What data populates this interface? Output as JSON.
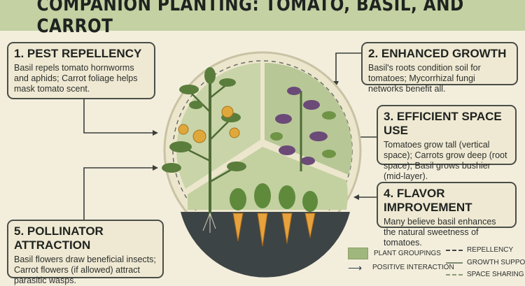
{
  "title": "COMPANION PLANTING: TOMATO, BASIL, AND CARROT",
  "boxes": [
    {
      "heading": "1. PEST REPELLENCY",
      "text": "Basil repels tomato hornworms and aphids; Carrot foliage helps mask tomato scent."
    },
    {
      "heading": "2. ENHANCED GROWTH",
      "text": "Basil's roots condition soil for tomatoes; Mycorrhizal fungi networks benefit all."
    },
    {
      "heading": "3. EFFICIENT SPACE USE",
      "text": "Tomatoes grow tall (vertical space); Carrots grow deep (root space); Basil grows bushier (mid-layer)."
    },
    {
      "heading": "4. FLAVOR IMPROVEMENT",
      "text": "Many believe basil enhances the natural sweetness of tomatoes."
    },
    {
      "heading": "5. POLLINATOR ATTRACTION",
      "text": "Basil flowers draw beneficial insects; Carrot flowers (if allowed) attract parasitic wasps."
    }
  ],
  "legend": {
    "plant_groupings": "PLANT GROUPINGS",
    "positive_interaction": "POSITIVE INTERACTION",
    "repellency": "REPELLENCY",
    "growth_support": "GROWTH SUPPORT",
    "space_sharing": "SPACE SHARING"
  },
  "colors": {
    "background": "#f3eedc",
    "title_band": "#c3d1a3",
    "group_fill": "#b7c796",
    "soil": "#3d4446",
    "basil": "#6b4a78",
    "tomato_fruit": "#e0a83a",
    "carrot": "#e7a23d"
  }
}
